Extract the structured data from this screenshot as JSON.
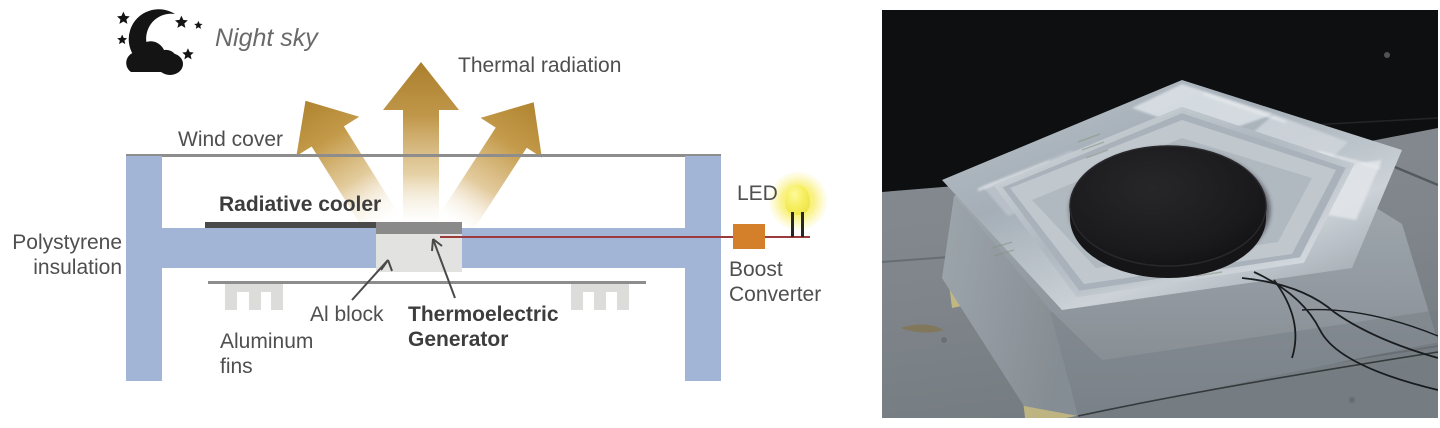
{
  "figure": {
    "type": "two-panel scientific figure",
    "panel_left": "schematic cross-section of nighttime radiative-cooling thermoelectric generator",
    "panel_right": "nighttime photograph of the rooftop prototype"
  },
  "schematic": {
    "labels": {
      "night_sky": "Night sky",
      "thermal_radiation": "Thermal radiation",
      "wind_cover": "Wind cover",
      "radiative_cooler": "Radiative cooler",
      "polystyrene_insulation": "Polystyrene\ninsulation",
      "al_block": "Al block",
      "thermoelectric_generator": "Thermoelectric\nGenerator",
      "aluminum_fins": "Aluminum\nfins",
      "led": "LED",
      "boost_converter": "Boost\nConverter"
    },
    "icons": {
      "night_sky": "moon-cloud-stars-icon",
      "led": "led-lamp-icon",
      "arrows": "upward-radiation-arrow"
    },
    "arrow_count": 3,
    "colors": {
      "radiation_arrow": "#b9913c",
      "polystyrene": "#a3b5d6",
      "radiative_cooler": "#4a4a4a",
      "thermoelectric_generator": "#8a8a8a",
      "al_block": "#e2e2e0",
      "aluminum_fins": "#dcdcda",
      "boost_converter": "#d4802a",
      "wire": "#9c3b3b",
      "led_glow": "#f6ee5e",
      "label_text": "#4f4f4f",
      "wind_cover": "#8d8d8d"
    }
  },
  "photo": {
    "caption": "",
    "scene": "night rooftop",
    "elements": {
      "emitter": "black circular radiative cooling emitter",
      "enclosure": "aluminized mylar wrapped polystyrene box",
      "ground": "concrete rooftop slab",
      "wires": "thin measurement wires",
      "feet": "yellow foam feet"
    },
    "colors": {
      "sky": "#111315",
      "concrete": "#8a9196",
      "mylar": "#c8cfd6",
      "emitter": "#1d1d1f",
      "foam_feet": "#cfc489"
    }
  }
}
